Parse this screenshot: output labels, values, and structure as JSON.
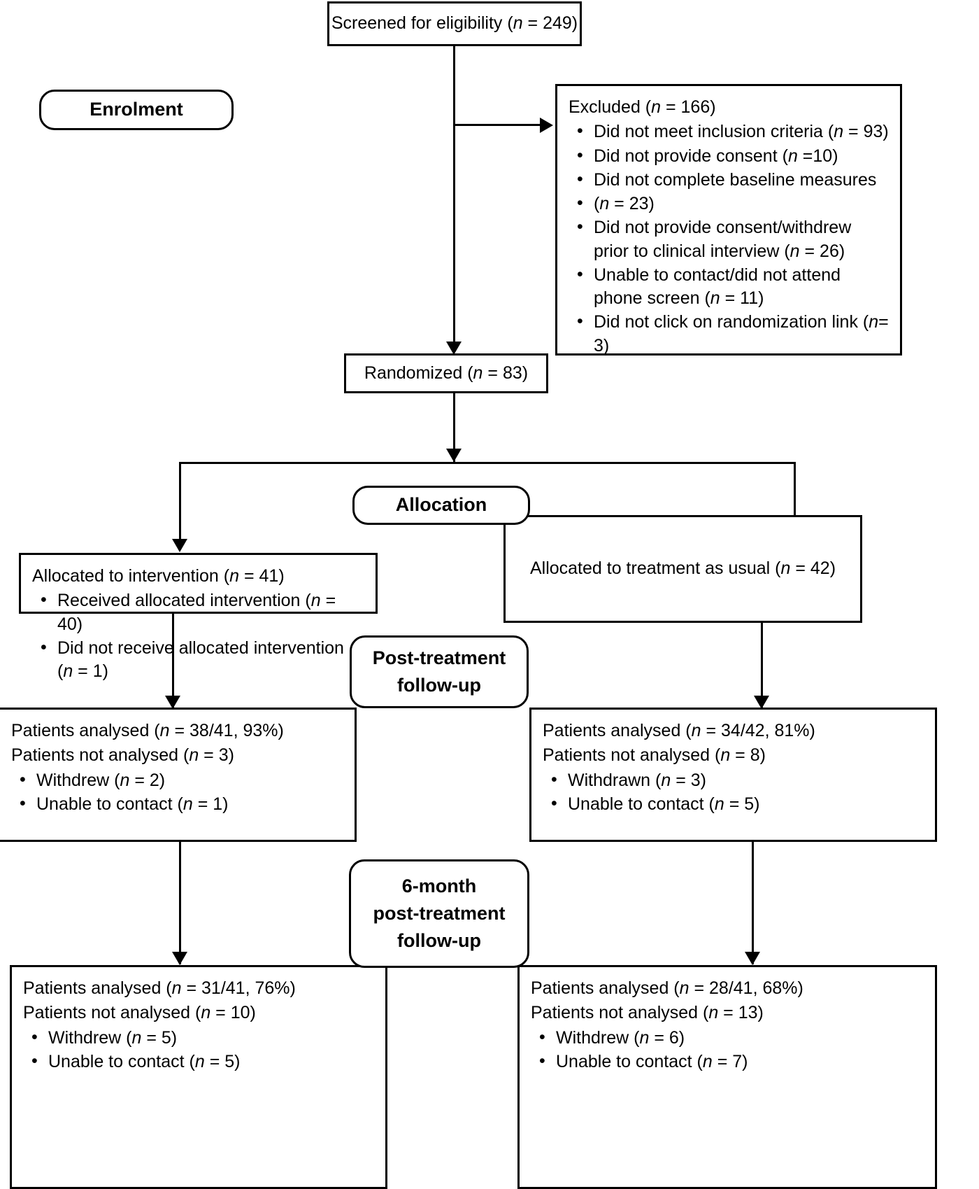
{
  "diagram": {
    "title": "CONSORT participant flow diagram",
    "stage_labels": {
      "enrolment": "Enrolment",
      "allocation": "Allocation",
      "post_treatment_line1": "Post-treatment",
      "post_treatment_line2": "follow-up",
      "six_month_line1": "6-month",
      "six_month_line2": "post-treatment",
      "six_month_line3": "follow-up"
    },
    "screened": {
      "text_prefix": "Screened for eligibility (",
      "n_italic": "n",
      "text_suffix": " = 249)",
      "full_text": "Screened for eligibility (n = 249)"
    },
    "excluded": {
      "heading_prefix": "Excluded (",
      "heading_suffix": " = 166)",
      "items": [
        {
          "prefix": "Did not meet inclusion criteria (",
          "suffix": " = 93)"
        },
        {
          "prefix": "Did not provide consent (",
          "suffix": " =10)"
        },
        {
          "prefix": "Did not complete baseline measures",
          "suffix": ""
        },
        {
          "prefix": "(",
          "suffix": " = 23)"
        },
        {
          "prefix": "Did not provide consent/withdrew prior to clinical interview (",
          "suffix": " = 26)"
        },
        {
          "prefix": "Unable to contact/did not attend phone screen (",
          "suffix": " = 11)"
        },
        {
          "prefix": "Did not click on randomization link (",
          "suffix": "= 3)"
        }
      ]
    },
    "randomized": {
      "prefix": "Randomized (",
      "suffix": " = 83)"
    },
    "allocation_left": {
      "heading_prefix": "Allocated to intervention (",
      "heading_suffix": " = 41)",
      "items": [
        {
          "prefix": "Received allocated intervention (",
          "suffix": " = 40)"
        },
        {
          "prefix": "Did not receive allocated intervention (",
          "suffix": " = 1)"
        }
      ]
    },
    "allocation_right": {
      "heading_prefix": "Allocated to treatment as usual (",
      "heading_suffix": " = 42)"
    },
    "post_left": {
      "line1_prefix": "Patients analysed (",
      "line1_suffix": " = 38/41, 93%)",
      "line2_prefix": "Patients not analysed (",
      "line2_suffix": " = 3)",
      "items": [
        {
          "prefix": "Withdrew (",
          "suffix": " = 2)"
        },
        {
          "prefix": "Unable to contact (",
          "suffix": " = 1)"
        }
      ]
    },
    "post_right": {
      "line1_prefix": "Patients analysed (",
      "line1_suffix": " = 34/42, 81%)",
      "line2_prefix": "Patients not analysed (",
      "line2_suffix": " = 8)",
      "items": [
        {
          "prefix": "Withdrawn (",
          "suffix": " = 3)"
        },
        {
          "prefix": "Unable to contact (",
          "suffix": " = 5)"
        }
      ]
    },
    "six_left": {
      "line1_prefix": "Patients analysed (",
      "line1_suffix": " = 31/41, 76%)",
      "line2_prefix": "Patients not analysed (",
      "line2_suffix": " = 10)",
      "items": [
        {
          "prefix": "Withdrew (",
          "suffix": " = 5)"
        },
        {
          "prefix": "Unable to contact (",
          "suffix": " = 5)"
        }
      ]
    },
    "six_right": {
      "line1_prefix": "Patients analysed (",
      "line1_suffix": " = 28/41, 68%)",
      "line2_prefix": "Patients not analysed (",
      "line2_suffix": " = 13)",
      "items": [
        {
          "prefix": "Withdrew (",
          "suffix": " = 6)"
        },
        {
          "prefix": "Unable to contact (",
          "suffix": " = 7)"
        }
      ]
    },
    "symbols": {
      "n_italic": "n",
      "bullet": "•"
    },
    "colors": {
      "stroke": "#000000",
      "background": "#ffffff",
      "text": "#000000"
    }
  }
}
